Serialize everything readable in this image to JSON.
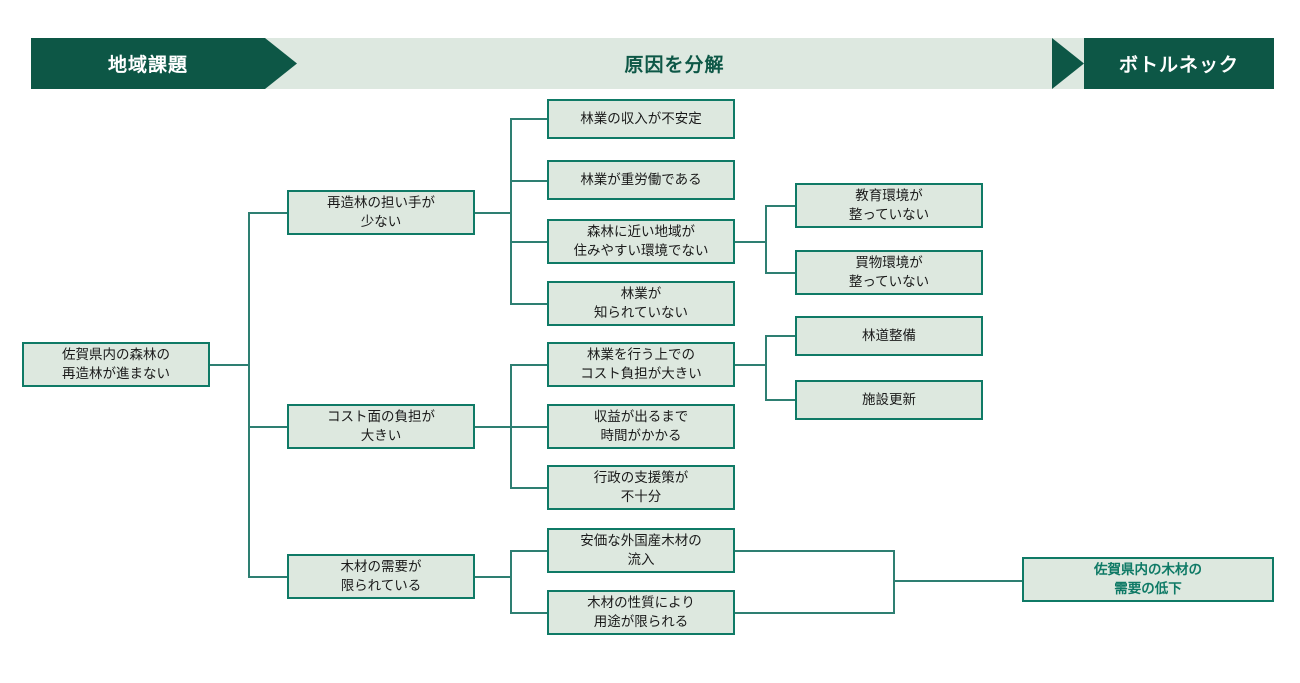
{
  "header": {
    "left_label": "地域課題",
    "middle_label": "原因を分解",
    "right_label": "ボトルネック",
    "dark_color": "#0d5746",
    "band_color": "#dde8e0"
  },
  "theme": {
    "box_fill": "#dde8df",
    "box_border": "#0f7a66",
    "connector": "#2e7f72",
    "accent_text": "#0f7a66"
  },
  "nodes": {
    "root": "佐賀県内の森林の\n再造林が進まない",
    "level2": [
      "再造林の担い手が\n少ない",
      "コスト面の負担が\n大きい",
      "木材の需要が\n限られている"
    ],
    "level3_group1": [
      "林業の収入が不安定",
      "林業が重労働である",
      "森林に近い地域が\n住みやすい環境でない",
      "林業が\n知られていない"
    ],
    "level3_group2": [
      "林業を行う上での\nコスト負担が大きい",
      "収益が出るまで\n時間がかかる",
      "行政の支援策が\n不十分"
    ],
    "level3_group3": [
      "安価な外国産木材の\n流入",
      "木材の性質により\n用途が限られる"
    ],
    "level4_group1": [
      "教育環境が\n整っていない",
      "買物環境が\n整っていない"
    ],
    "level4_group2": [
      "林道整備",
      "施設更新"
    ],
    "bottleneck": "佐賀県内の木材の\n需要の低下"
  }
}
